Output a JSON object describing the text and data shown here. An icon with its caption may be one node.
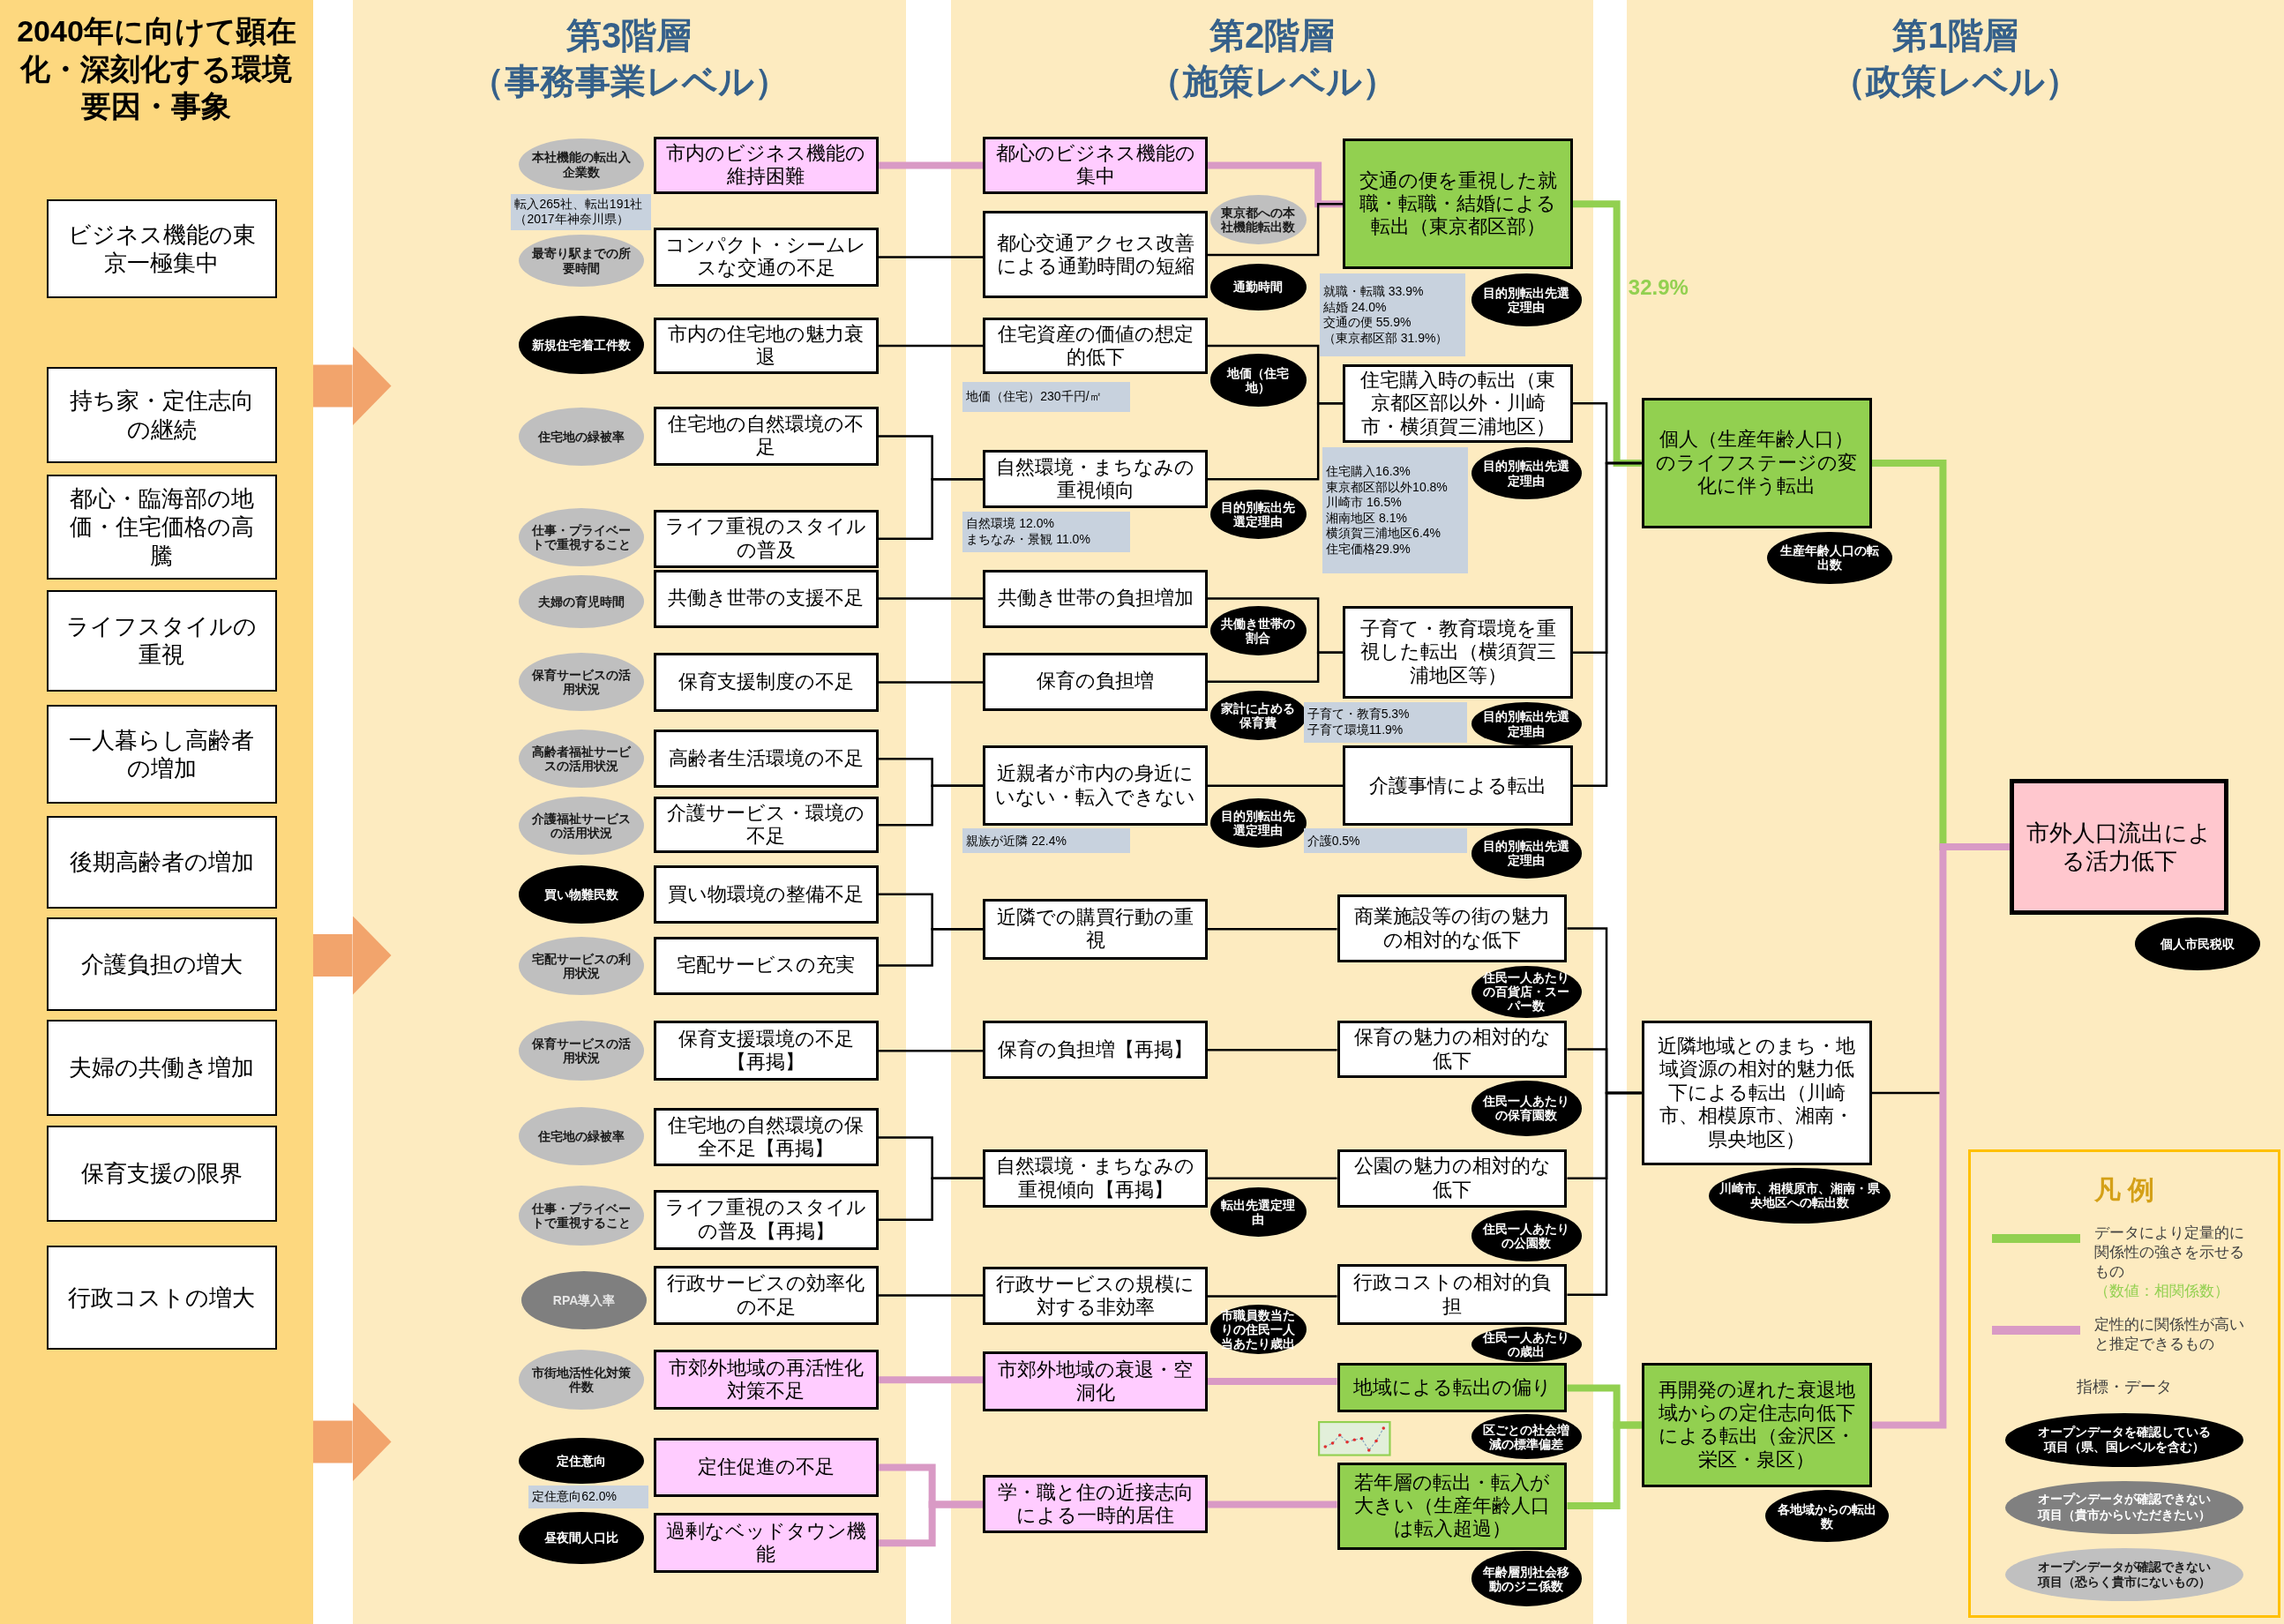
{
  "diagram": {
    "nodes": [
      {
        "text": [
          "2040年に向けて顕在化・深刻化する環境要因・事象"
        ]
      },
      {
        "text": [
          "ビジネス機能の東京一極集中"
        ],
        "in": 0
      },
      {
        "text": [
          "持ち家・定住志向の継続"
        ],
        "in": 0
      },
      {
        "text": [
          "都心・臨海部の地価・住宅価格の高騰"
        ],
        "in": 0
      },
      {
        "text": [
          "ライフスタイルの重視"
        ],
        "in": 0
      },
      {
        "text": [
          "一人暮らし高齢者の増加"
        ],
        "in": 0
      },
      {
        "text": [
          "後期高齢者の増加"
        ],
        "in": 0
      },
      {
        "text": [
          "介護負担の増大"
        ],
        "in": 0
      },
      {
        "text": [
          "夫婦の共働き増加"
        ],
        "in": 0
      },
      {
        "text": [
          "保育支援の限界"
        ],
        "in": 0
      },
      {
        "text": [
          "行政コストの増大"
        ],
        "in": 0
      },
      {
        "text": [
          "第3階層",
          "（事務事業レベル）"
        ]
      },
      {
        "text": [
          "本社機能の転出入企業数"
        ],
        "in": 11
      },
      {
        "text": [
          "市内のビジネス機能の維持困難"
        ],
        "in": 11
      },
      {
        "text": [
          "転入265社、転出191社（2017年神奈川県）"
        ],
        "in": 11
      },
      {
        "text": [
          "最寄り駅までの所要時間"
        ],
        "in": 11
      },
      {
        "text": [
          "コンパクト・シームレスな交通の不足"
        ],
        "in": 11
      },
      {
        "text": [
          "新規住宅着工件数"
        ],
        "in": 11
      },
      {
        "text": [
          "市内の住宅地の魅力衰退"
        ],
        "in": 11
      },
      {
        "text": [
          "住宅地の緑被率"
        ],
        "in": 11
      },
      {
        "text": [
          "住宅地の自然環境の不足"
        ],
        "in": 11
      },
      {
        "text": [
          "仕事・プライベートで重視すること"
        ],
        "in": 11
      },
      {
        "text": [
          "ライフ重視のスタイルの普及"
        ],
        "in": 11
      },
      {
        "text": [
          "夫婦の育児時間"
        ],
        "in": 11
      },
      {
        "text": [
          "共働き世帯の支援不足"
        ],
        "in": 11
      },
      {
        "text": [
          "保育サービスの活用状況"
        ],
        "in": 11
      },
      {
        "text": [
          "保育支援制度の不足"
        ],
        "in": 11
      },
      {
        "text": [
          "高齢者福祉サービスの活用状況"
        ],
        "in": 11
      },
      {
        "text": [
          "高齢者生活環境の不足"
        ],
        "in": 11
      },
      {
        "text": [
          "介護福祉サービスの活用状況"
        ],
        "in": 11
      },
      {
        "text": [
          "介護サービス・環境の不足"
        ],
        "in": 11
      },
      {
        "text": [
          "買い物難民数"
        ],
        "in": 11
      },
      {
        "text": [
          "買い物環境の整備不足"
        ],
        "in": 11
      },
      {
        "text": [
          "宅配サービスの利用状況"
        ],
        "in": 11
      },
      {
        "text": [
          "宅配サービスの充実"
        ],
        "in": 11
      },
      {
        "text": [
          "保育サービスの活用状況"
        ],
        "in": 11
      },
      {
        "text": [
          "保育支援環境の不足【再掲】"
        ],
        "in": 11
      },
      {
        "text": [
          "住宅地の緑被率"
        ],
        "in": 11
      },
      {
        "text": [
          "住宅地の自然環境の保全不足【再掲】"
        ],
        "in": 11
      },
      {
        "text": [
          "仕事・プライベートで重視すること"
        ],
        "in": 11
      },
      {
        "text": [
          "ライフ重視のスタイルの普及【再掲】"
        ],
        "in": 11
      },
      {
        "text": [
          "RPA導入率"
        ],
        "in": 11
      },
      {
        "text": [
          "行政サービスの効率化の不足"
        ],
        "in": 11
      },
      {
        "text": [
          "市街地活性化対策件数"
        ],
        "in": 11
      },
      {
        "text": [
          "市郊外地域の再活性化対策不足"
        ],
        "in": 11
      },
      {
        "text": [
          "定住意向"
        ],
        "in": 11
      },
      {
        "text": [
          "定住促進の不足"
        ],
        "in": 11
      },
      {
        "text": [
          "定住意向62.0%"
        ],
        "in": 11
      },
      {
        "text": [
          "昼夜間人口比"
        ],
        "in": 11
      },
      {
        "text": [
          "過剰なベッドタウン機能"
        ],
        "in": 11
      },
      {
        "text": [
          "第2階層",
          "（施策レベル）"
        ]
      },
      {
        "text": [
          "都心のビジネス機能の集中"
        ],
        "in": 50
      },
      {
        "text": [
          "交通の便を重視した就職・転職・結婚による転出（東京都区部）"
        ],
        "in": 50
      },
      {
        "text": [
          "東京都への本社機能転出数"
        ],
        "in": 50
      },
      {
        "text": [
          "都心交通アクセス改善による通勤時間の短縮"
        ],
        "in": 50
      },
      {
        "text": [
          "就職・転職 33.9%",
          "結婚 24.0%",
          "交通の便 55.9%",
          "（東京都区部 31.9%）"
        ],
        "in": 50
      },
      {
        "text": [
          "目的別転出先選定理由"
        ],
        "in": 50
      },
      {
        "text": [
          "通勤時間"
        ],
        "in": 50
      },
      {
        "text": [
          "住宅資産の価値の想定的低下"
        ],
        "in": 50
      },
      {
        "text": [
          "地価（住宅地）"
        ],
        "in": 50
      },
      {
        "text": [
          "地価（住宅）230千円/㎡"
        ],
        "in": 50
      },
      {
        "text": [
          "住宅購入時の転出（東京都区部以外・川崎市・横須賀三浦地区）"
        ],
        "in": 50
      },
      {
        "text": [
          "自然環境・まちなみの重視傾向"
        ],
        "in": 50
      },
      {
        "text": [
          "住宅購入16.3%",
          "東京都区部以外10.8%",
          "川崎市 16.5%",
          "湘南地区 8.1%",
          "横須賀三浦地区6.4%",
          "住宅価格29.9%"
        ],
        "in": 50
      },
      {
        "text": [
          "目的別転出先選定理由"
        ],
        "in": 50
      },
      {
        "text": [
          "目的別転出先選定理由"
        ],
        "in": 50
      },
      {
        "text": [
          "自然環境 12.0%",
          "まちなみ・景観 11.0%"
        ],
        "in": 50
      },
      {
        "text": [
          "共働き世帯の負担増加"
        ],
        "in": 50
      },
      {
        "text": [
          "共働き世帯の割合"
        ],
        "in": 50
      },
      {
        "text": [
          "子育て・教育環境を重視した転出（横須賀三浦地区等）"
        ],
        "in": 50
      },
      {
        "text": [
          "保育の負担増"
        ],
        "in": 50
      },
      {
        "text": [
          "家計に占める保育費"
        ],
        "in": 50
      },
      {
        "text": [
          "子育て・教育5.3%",
          "子育て環境11.9%"
        ],
        "in": 50
      },
      {
        "text": [
          "目的別転出先選定理由"
        ],
        "in": 50
      },
      {
        "text": [
          "近親者が市内の身近にいない・転入できない"
        ],
        "in": 50
      },
      {
        "text": [
          "介護事情による転出"
        ],
        "in": 50
      },
      {
        "text": [
          "親族が近隣 22.4%"
        ],
        "in": 50
      },
      {
        "text": [
          "目的別転出先選定理由"
        ],
        "in": 50
      },
      {
        "text": [
          "介護0.5%"
        ],
        "in": 50
      },
      {
        "text": [
          "目的別転出先選定理由"
        ],
        "in": 50
      },
      {
        "text": [
          "商業施設等の街の魅力の相対的な低下"
        ],
        "in": 50
      },
      {
        "text": [
          "近隣での購買行動の重視"
        ],
        "in": 50
      },
      {
        "text": [
          "住民一人あたりの百貨店・スーパー数"
        ],
        "in": 50
      },
      {
        "text": [
          "保育の魅力の相対的な低下"
        ],
        "in": 50
      },
      {
        "text": [
          "保育の負担増【再掲】"
        ],
        "in": 50
      },
      {
        "text": [
          "住民一人あたりの保育園数"
        ],
        "in": 50
      },
      {
        "text": [
          "公園の魅力の相対的な低下"
        ],
        "in": 50
      },
      {
        "text": [
          "自然環境・まちなみの重視傾向【再掲】"
        ],
        "in": 50
      },
      {
        "text": [
          "住民一人あたりの公園数"
        ],
        "in": 50
      },
      {
        "text": [
          "転出先選定理由"
        ],
        "in": 50
      },
      {
        "text": [
          "行政コストの相対的負担"
        ],
        "in": 50
      },
      {
        "text": [
          "行政サービスの規模に対する非効率"
        ],
        "in": 50
      },
      {
        "text": [
          "住民一人あたりの歳出"
        ],
        "in": 50
      },
      {
        "text": [
          "市職員数当たりの住民一人当あたり歳出"
        ],
        "in": 50
      },
      {
        "text": [
          "地域による転出の偏り"
        ],
        "in": 50
      },
      {
        "text": [
          "区ごとの社会増減の標準偏差"
        ],
        "in": 50
      },
      {
        "text": [
          "市郊外地域の衰退・空洞化"
        ],
        "in": 50
      },
      {
        "text": [
          "若年層の転出・転入が大きい（生産年齢人口は転入超過）"
        ],
        "in": 50
      },
      {
        "text": [
          "学・職と住の近接志向による一時的居住"
        ],
        "in": 50
      },
      {
        "text": [
          "年齢層別社会移動のジニ係数"
        ],
        "in": 50
      },
      {
        "text": [
          "第1階層",
          "（政策レベル）"
        ]
      },
      {
        "text": [
          "個人（生産年齢人口）のライフステージの変化に伴う転出"
        ],
        "in": 100
      },
      {
        "text": [
          "生産年齢人口の転出数"
        ],
        "in": 100
      },
      {
        "text": [
          "市外人口流出による活力低下"
        ],
        "in": 100
      },
      {
        "text": [
          "個人市民税収"
        ],
        "in": 100
      },
      {
        "text": [
          "近隣地域とのまち・地域資源の相対的魅力低下による転出（川崎市、相模原市、湘南・県央地区）"
        ],
        "in": 100
      },
      {
        "text": [
          "川崎市、相模原市、湘南・県央地区への転出数"
        ],
        "in": 100
      },
      {
        "text": [
          "再開発の遅れた衰退地域からの定住志向低下による転出（金沢区・栄区・泉区）"
        ],
        "in": 100
      },
      {
        "text": [
          "各地域からの転出数"
        ],
        "in": 100
      }
    ],
    "edges": [
      {
        "from": 0,
        "to": 11,
        "arrow": "to",
        "style": "thick",
        "color": "#f2a46c"
      },
      {
        "from": 0,
        "to": 11,
        "arrow": "to",
        "style": "thick",
        "color": "#f2a46c"
      },
      {
        "from": 0,
        "to": 11,
        "arrow": "to",
        "style": "thick",
        "color": "#f2a46c"
      },
      {
        "from": 13,
        "to": 51,
        "arrow": "none",
        "style": "thick",
        "color": "#d99ac5"
      },
      {
        "from": 16,
        "to": 54,
        "arrow": "none"
      },
      {
        "from": 18,
        "to": 58,
        "arrow": "none"
      },
      {
        "from": 20,
        "to": 62,
        "arrow": "none"
      },
      {
        "from": 22,
        "to": 62,
        "arrow": "none"
      },
      {
        "from": 24,
        "to": 67,
        "arrow": "none"
      },
      {
        "from": 26,
        "to": 70,
        "arrow": "none"
      },
      {
        "from": 28,
        "to": 74,
        "arrow": "none"
      },
      {
        "from": 30,
        "to": 74,
        "arrow": "none"
      },
      {
        "from": 32,
        "to": 81,
        "arrow": "none"
      },
      {
        "from": 34,
        "to": 81,
        "arrow": "none"
      },
      {
        "from": 36,
        "to": 84,
        "arrow": "none"
      },
      {
        "from": 38,
        "to": 87,
        "arrow": "none"
      },
      {
        "from": 40,
        "to": 87,
        "arrow": "none"
      },
      {
        "from": 42,
        "to": 91,
        "arrow": "none"
      },
      {
        "from": 44,
        "to": 96,
        "arrow": "none",
        "style": "thick",
        "color": "#d99ac5"
      },
      {
        "from": 46,
        "to": 98,
        "arrow": "none",
        "style": "thick",
        "color": "#d99ac5"
      },
      {
        "from": 49,
        "to": 98,
        "arrow": "none",
        "style": "thick",
        "color": "#d99ac5"
      },
      {
        "from": 51,
        "to": 52,
        "arrow": "none",
        "style": "thick",
        "color": "#d99ac5"
      },
      {
        "from": 54,
        "to": 52,
        "arrow": "none"
      },
      {
        "from": 58,
        "to": 61,
        "arrow": "none"
      },
      {
        "from": 62,
        "to": 61,
        "arrow": "none"
      },
      {
        "from": 67,
        "to": 69,
        "arrow": "none"
      },
      {
        "from": 70,
        "to": 69,
        "arrow": "none"
      },
      {
        "from": 74,
        "to": 75,
        "arrow": "none"
      },
      {
        "from": 81,
        "to": 80,
        "arrow": "none"
      },
      {
        "from": 84,
        "to": 83,
        "arrow": "none"
      },
      {
        "from": 87,
        "to": 86,
        "arrow": "none"
      },
      {
        "from": 91,
        "to": 90,
        "arrow": "none"
      },
      {
        "from": 96,
        "to": 94,
        "arrow": "none",
        "style": "thick",
        "color": "#d99ac5"
      },
      {
        "from": 98,
        "to": 97,
        "arrow": "none",
        "style": "thick",
        "color": "#d99ac5"
      },
      {
        "from": 52,
        "to": 101,
        "arrow": "none",
        "label": "32.9%",
        "style": "thick",
        "color": "#92d050"
      },
      {
        "from": 61,
        "to": 101,
        "arrow": "none"
      },
      {
        "from": 69,
        "to": 101,
        "arrow": "none"
      },
      {
        "from": 75,
        "to": 101,
        "arrow": "none"
      },
      {
        "from": 80,
        "to": 105,
        "arrow": "none"
      },
      {
        "from": 83,
        "to": 105,
        "arrow": "none"
      },
      {
        "from": 86,
        "to": 105,
        "arrow": "none"
      },
      {
        "from": 90,
        "to": 105,
        "arrow": "none"
      },
      {
        "from": 94,
        "to": 107,
        "arrow": "none",
        "style": "thick",
        "color": "#92d050"
      },
      {
        "from": 97,
        "to": 107,
        "arrow": "none",
        "style": "thick",
        "color": "#92d050"
      },
      {
        "from": 101,
        "to": 103,
        "arrow": "none",
        "style": "thick",
        "color": "#92d050"
      },
      {
        "from": 105,
        "to": 103,
        "arrow": "none"
      },
      {
        "from": 107,
        "to": 103,
        "arrow": "none",
        "style": "thick",
        "color": "#d99ac5"
      }
    ],
    "labels": [
      "凡 例",
      "（数値：相関係数）",
      "指標・データ"
    ],
    "legend": [
      {
        "text": "データにより定量的に関係性の強さを示せるもの",
        "color": "#92d050"
      },
      {
        "text": "定性的に関係性が高いと推定できるもの",
        "color": "#d99ac5"
      },
      {
        "text": "オープンデータを確認している項目（県、国レベルを含む）",
        "color": "#000000"
      },
      {
        "text": "オープンデータが確認できない項目（貴市からいただきたい）",
        "color": "#808080"
      },
      {
        "text": "オープンデータが確認できない項目（恐らく貴市にないもの）",
        "color": "#c0c0c0"
      }
    ]
  }
}
